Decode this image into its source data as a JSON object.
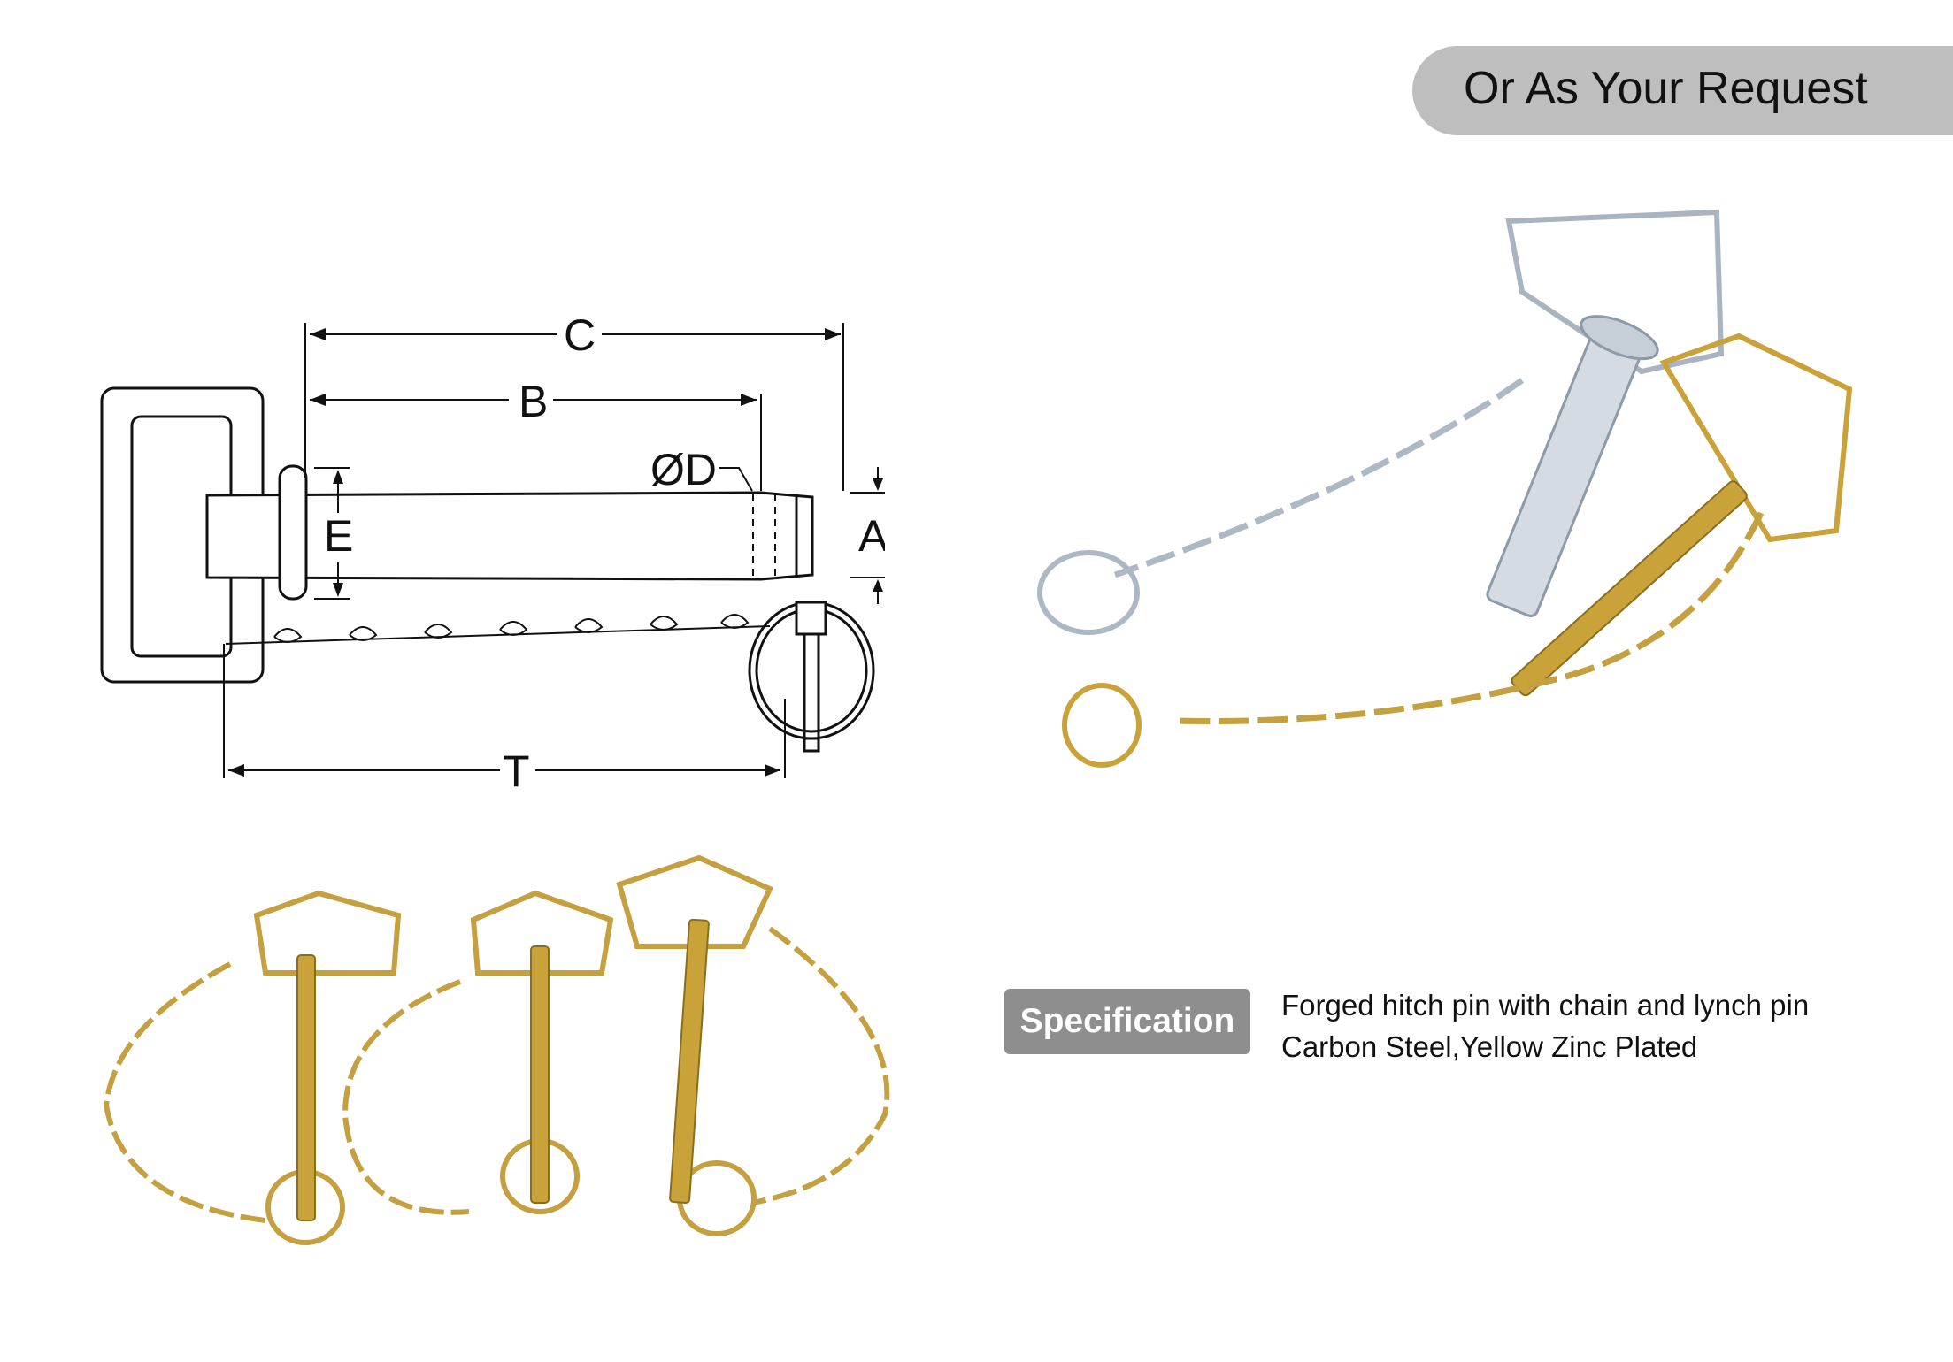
{
  "header": {
    "request_label": "Or As Your Request"
  },
  "diagram": {
    "labels": {
      "c": "C",
      "b": "B",
      "d": "ØD",
      "e": "E",
      "a": "A",
      "t": "T"
    }
  },
  "photos": [
    {
      "name": "silver-hitch-pin-with-chain",
      "description": "Zinc plated hitch pin with square handle, chain and lynch pin"
    },
    {
      "name": "yellow-hitch-pin-with-chain",
      "description": "Yellow zinc hitch pin with pentagon handle, chain and lynch pin"
    },
    {
      "name": "three-yellow-hitch-pins",
      "description": "Three yellow zinc hitch pins with chains and lynch pins"
    }
  ],
  "specification": {
    "badge": "Specification",
    "lines": [
      "Forged hitch pin with chain and lynch pin",
      "Carbon Steel,Yellow Zinc Plated"
    ]
  },
  "colors": {
    "pill": "#bebebe",
    "badge": "#8e8e8e",
    "yellow_zinc": "#c9a23a",
    "silver": "#c8d2dc"
  }
}
